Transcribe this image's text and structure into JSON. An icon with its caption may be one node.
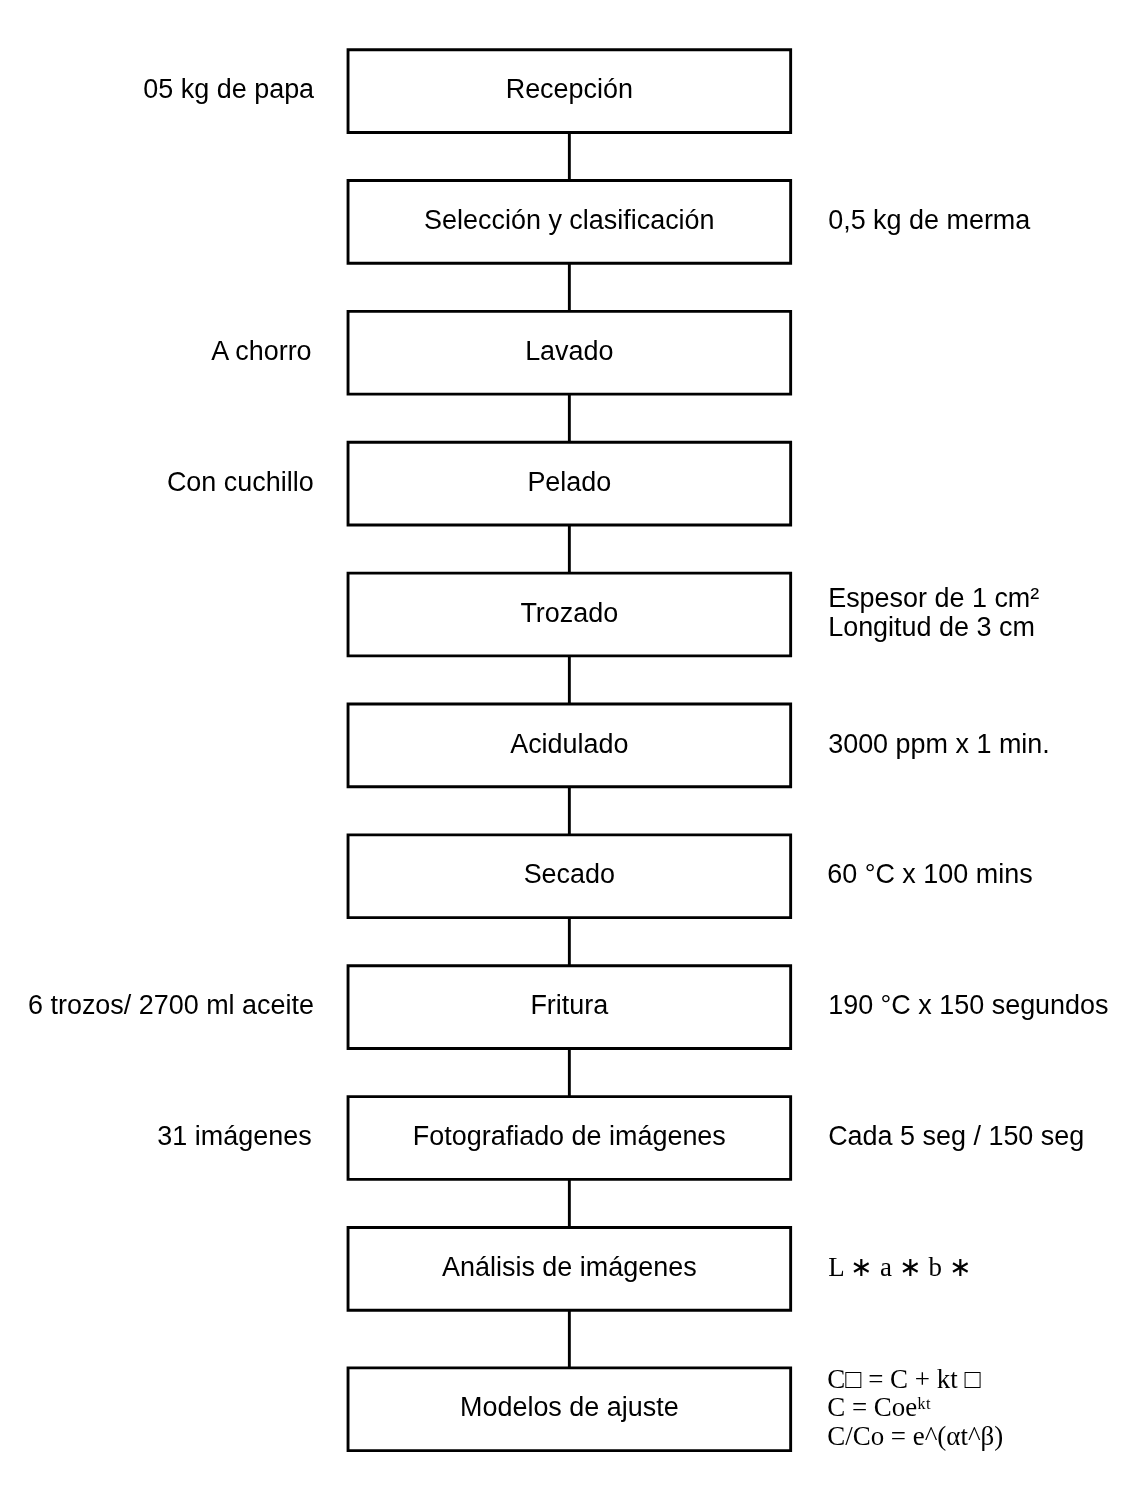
{
  "diagram": {
    "nodes": [
      {
        "text": [
          "Recepción"
        ],
        "beside": [
          "05 kg de papa"
        ]
      },
      {
        "text": [
          "Selección y clasificación"
        ],
        "beside": [
          "0,5 kg de merma"
        ]
      },
      {
        "text": [
          "Lavado"
        ],
        "beside": [
          "A chorro"
        ]
      },
      {
        "text": [
          "Pelado"
        ],
        "beside": [
          "Con cuchillo"
        ]
      },
      {
        "text": [
          "Trozado"
        ],
        "beside": [
          "Espesor de 1 cm²",
          "Longitud de 3 cm"
        ]
      },
      {
        "text": [
          "Acidulado"
        ],
        "beside": [
          "3000 ppm x 1 min."
        ]
      },
      {
        "text": [
          "Secado"
        ],
        "beside": [
          "60 °C x 100 mins"
        ]
      },
      {
        "text": [
          "Fritura"
        ],
        "beside": [
          "6 trozos/ 2700 ml aceite",
          "190 °C x 150 segundos"
        ]
      },
      {
        "text": [
          "Fotografiado de imágenes"
        ],
        "beside": [
          "31 imágenes",
          "Cada 5 seg / 150 seg"
        ]
      },
      {
        "text": [
          "Análisis de imágenes"
        ],
        "beside": [
          "L ∗ a ∗ b ∗"
        ]
      },
      {
        "text": [
          "Modelos de ajuste"
        ],
        "beside": [
          "C□ = C + kt □",
          "C = Coeᵏᵗ",
          "C/Co = e^(αt^β)"
        ]
      }
    ],
    "edges": [
      {
        "from": 0,
        "to": 1,
        "arrow": "none"
      },
      {
        "from": 1,
        "to": 2,
        "arrow": "none"
      },
      {
        "from": 2,
        "to": 3,
        "arrow": "none"
      },
      {
        "from": 3,
        "to": 4,
        "arrow": "none"
      },
      {
        "from": 4,
        "to": 5,
        "arrow": "none"
      },
      {
        "from": 5,
        "to": 6,
        "arrow": "none"
      },
      {
        "from": 6,
        "to": 7,
        "arrow": "none"
      },
      {
        "from": 7,
        "to": 8,
        "arrow": "none"
      },
      {
        "from": 8,
        "to": 9,
        "arrow": "none"
      },
      {
        "from": 9,
        "to": 10,
        "arrow": "none"
      }
    ]
  }
}
